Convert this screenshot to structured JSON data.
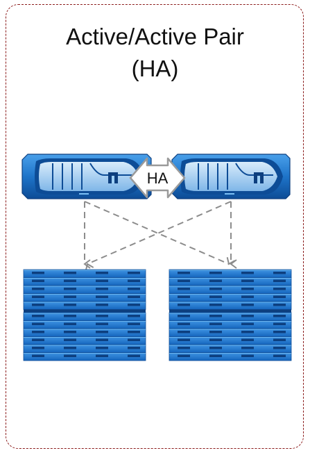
{
  "title": {
    "line1": "Active/Active Pair",
    "line2": "(HA)"
  },
  "ha_label": "HA",
  "components": {
    "controllers": [
      "controller",
      "controller"
    ],
    "shelves": [
      "disk-shelf-stack",
      "disk-shelf-stack"
    ]
  },
  "colors": {
    "border": "#8b1a1a",
    "device_blue": "#1e74c9",
    "device_dark": "#0d3f7f",
    "arrow_gray": "#8c8c8c",
    "ha_arrow_fill": "#ffffff",
    "ha_arrow_stroke": "#9a9a9a"
  }
}
